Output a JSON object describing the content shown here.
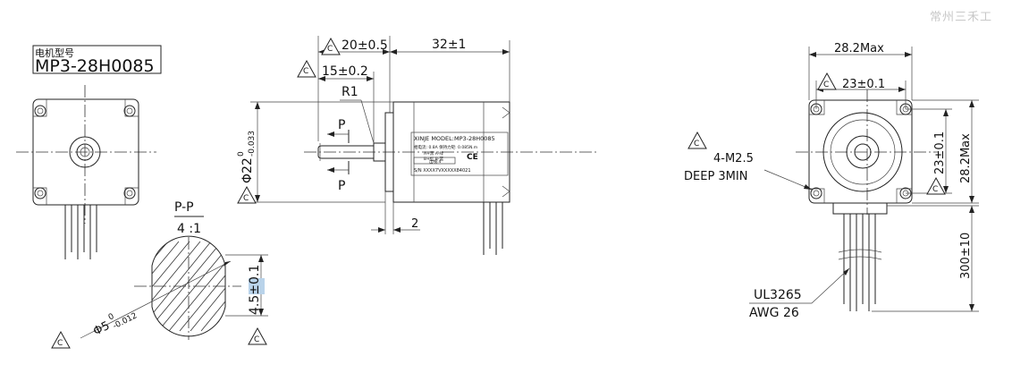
{
  "watermark": "常州三禾工",
  "model_box": {
    "caption": "电机型号",
    "model": "MP3-28H0085"
  },
  "section_view": {
    "title": "P-P",
    "scale": "4 :1"
  },
  "dimensions": {
    "front_len": "20±0.5",
    "body_len": "32±1",
    "shaft_step": "15±0.2",
    "fillet": "R1",
    "section_mark": "P",
    "shaft_dia_main": "Φ22",
    "shaft_dia_upper": "0",
    "shaft_dia_lower": "-0.033",
    "flange_thk": "2",
    "shaft_d": "Φ5",
    "shaft_d_upper": "0",
    "shaft_d_lower": "-0.012",
    "flat": "4.5±0.1",
    "width_max": "28.2Max",
    "hole_spacing_h": "23±0.1",
    "hole_spacing_v": "23±0.1",
    "height_max": "28.2Max",
    "screw_thread": "4-M2.5",
    "screw_depth": "DEEP 3MIN",
    "lead_len": "300±10",
    "cable_type": "UL3265",
    "cable_gauge": "AWG 26"
  },
  "label_plate": {
    "model": "XINJE MODEL:MP3-28H0085",
    "line1": "相电流: 0.8A    保持力矩: 0.085N.m",
    "line2": "A+黑  A-绿",
    "line3": "B+红  B-蓝",
    "line4": "出线:4",
    "ce": "CE",
    "sn": "S/N  XXXX7VXXXXX84021"
  },
  "mark": "C"
}
